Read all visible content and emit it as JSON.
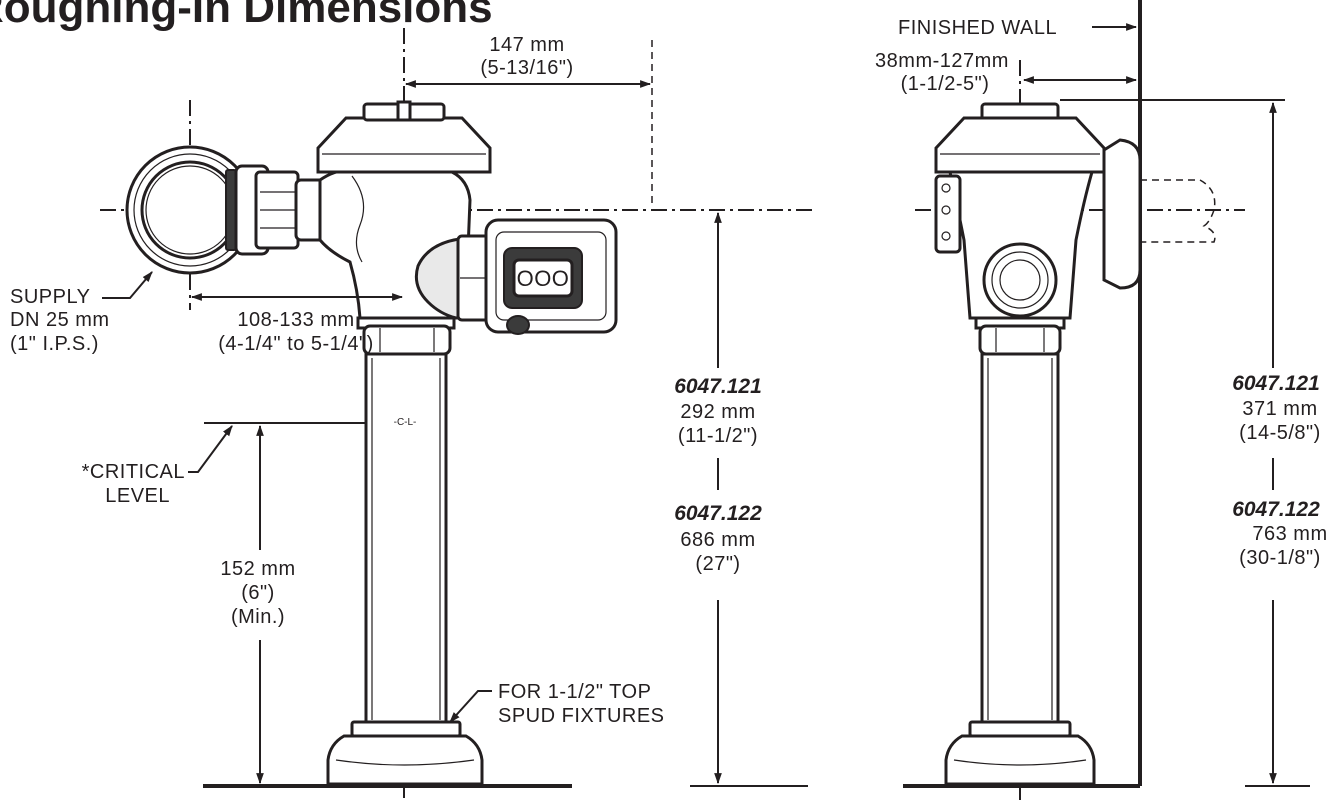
{
  "title": "Roughing-In Dimensions",
  "front_view": {
    "top_dim": [
      "147 mm",
      "(5-13/16\")"
    ],
    "supply": [
      "SUPPLY",
      "DN 25 mm",
      "(1\" I.P.S.)"
    ],
    "offset_dim": [
      "108-133 mm",
      "(4-1/4\" to 5-1/4\")"
    ],
    "critical_level": [
      "*CRITICAL",
      "LEVEL"
    ],
    "min_dim": [
      "152 mm",
      "(6\")",
      "(Min.)"
    ],
    "spud_note": [
      "FOR 1-1/2\" TOP",
      "SPUD FIXTURES"
    ],
    "model_a": "6047.121",
    "model_a_dim": [
      "292 mm",
      "(11-1/2\")"
    ],
    "model_b": "6047.122",
    "model_b_dim": [
      "686 mm",
      "(27\")"
    ],
    "cl_mark": "-C-L-",
    "button_text": "OOO"
  },
  "side_view": {
    "finished_wall": "FINISHED WALL",
    "wall_dim": [
      "38mm-127mm",
      "(1-1/2-5\")"
    ],
    "model_a": "6047.121",
    "model_a_dim": [
      "371 mm",
      "(14-5/8\")"
    ],
    "model_b": "6047.122",
    "model_b_dim": [
      "763 mm",
      "(30-1/8\")"
    ]
  }
}
